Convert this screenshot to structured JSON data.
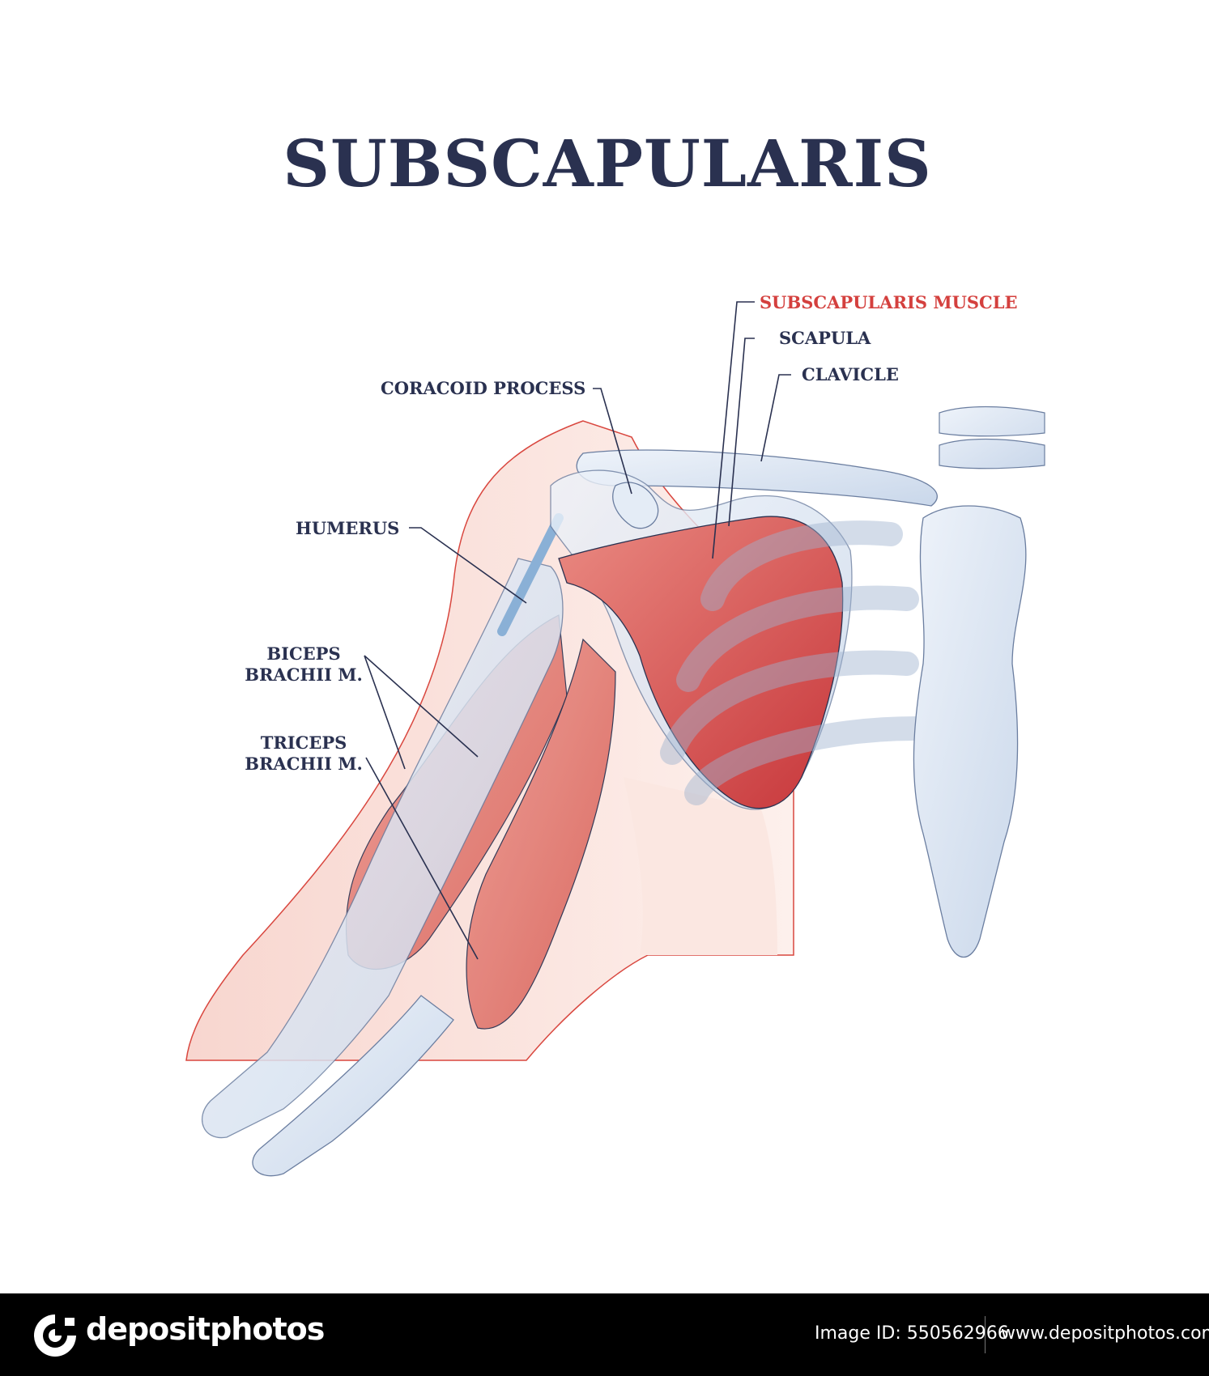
{
  "title": "SUBSCAPULARIS",
  "labels": {
    "subscapularis_muscle": "SUBSCAPULARIS MUSCLE",
    "scapula": "SCAPULA",
    "clavicle": "CLAVICLE",
    "coracoid_process": "CORACOID PROCESS",
    "humerus": "HUMERUS",
    "biceps_line1": "BICEPS",
    "biceps_line2": "BRACHII M.",
    "triceps_line1": "TRICEPS",
    "triceps_line2": "BRACHII M."
  },
  "colors": {
    "title": "#2a3150",
    "highlight_label": "#d4403e",
    "muscle": "#e07a72",
    "muscle_dark": "#d4403e",
    "bone": "#dde7f3",
    "skin": "#f9ddd6"
  },
  "footer": {
    "logo_text": "depositphotos",
    "image_id": "Image ID: 550562966",
    "site_url": "www.depositphotos.com"
  }
}
